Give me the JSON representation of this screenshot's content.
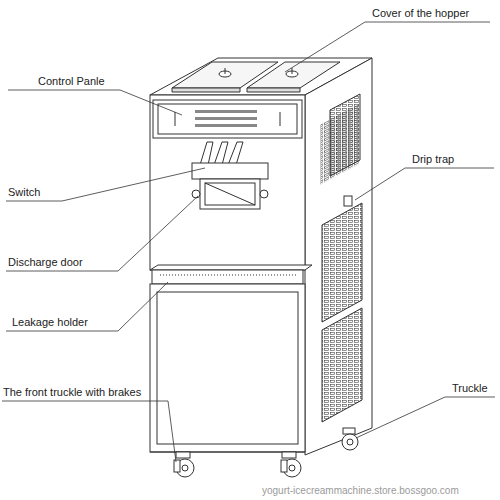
{
  "diagram": {
    "labels": [
      "Cover of the hopper",
      "Control Panle",
      "Drip trap",
      "Switch",
      "Discharge door",
      "Leakage holder",
      "The front truckle with brakes",
      "Truckle",
      "yogurt-icecreammachine.store.bossgoo.com"
    ]
  }
}
